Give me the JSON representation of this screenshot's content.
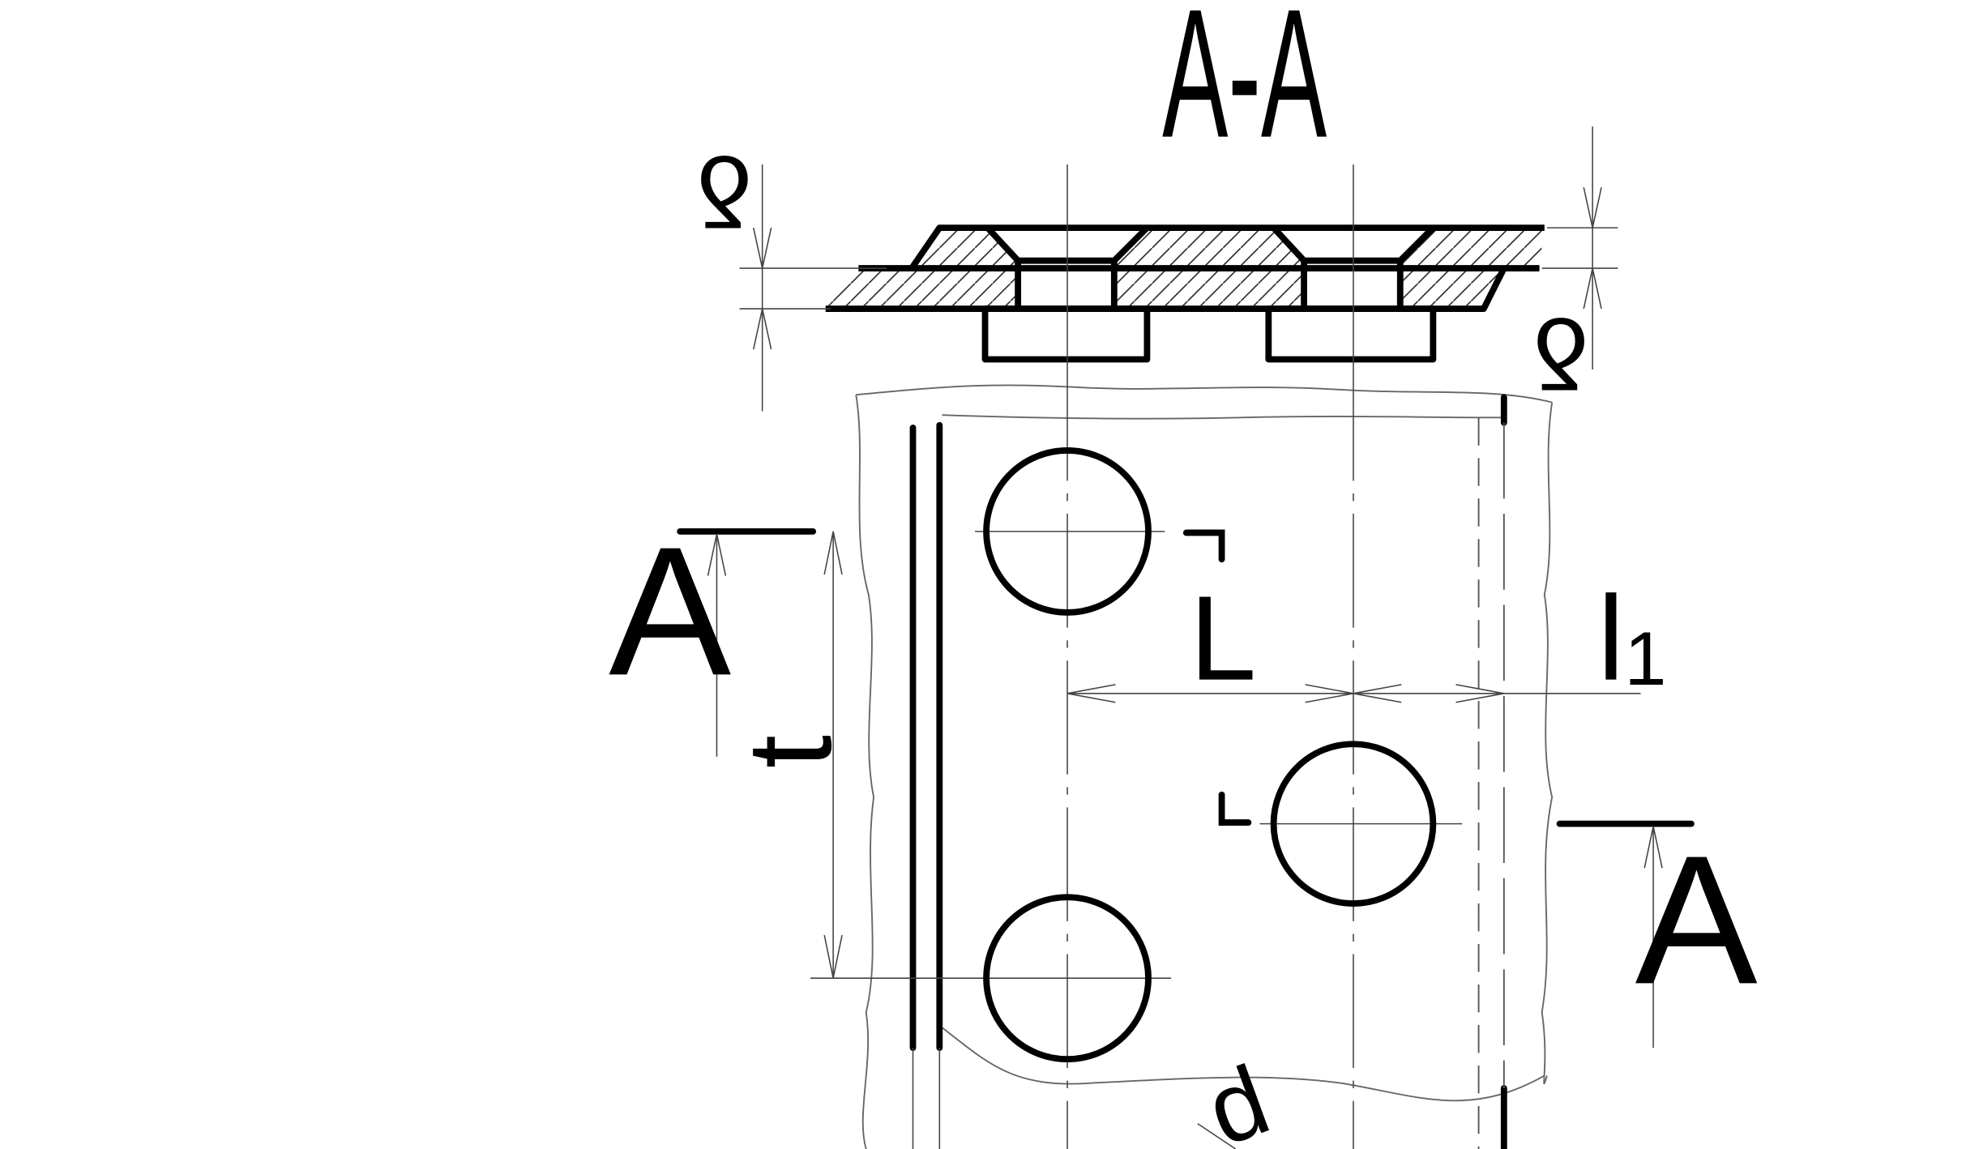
{
  "section_title": "A-A",
  "labels": {
    "section_mark_left": "A",
    "section_mark_right": "A",
    "thickness_top": "δ",
    "thickness_bottom": "δ",
    "pitch": "t",
    "row_distance": "L",
    "edge_distance_main": "l",
    "edge_distance_sub": "1",
    "diameter": "d"
  },
  "colors": {
    "line": "#000000",
    "thin": "#4d4d4d",
    "background": "#ffffff"
  }
}
